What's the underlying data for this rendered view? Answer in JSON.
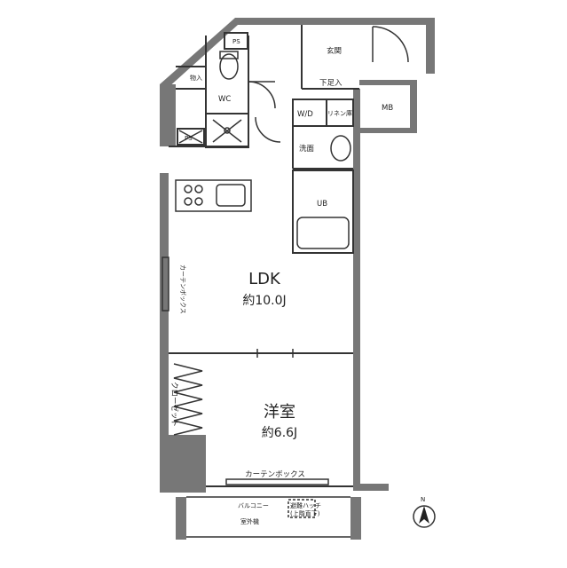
{
  "rooms": {
    "ldk": {
      "name": "LDK",
      "size": "約10.0J"
    },
    "western": {
      "name": "洋室",
      "size": "約6.6J"
    }
  },
  "labels": {
    "ps": "PS",
    "storage": "物入",
    "wc": "WC",
    "entrance": "玄関",
    "shoe_storage": "下足入",
    "mb": "MB",
    "wd": "W/D",
    "linen": "リネン庫",
    "washroom": "洗面",
    "ps2": "PS",
    "ub": "UB",
    "curtain_box_left": "カーテンボックス",
    "closet": "クローゼット",
    "curtain_box_bottom": "カーテンボックス",
    "balcony": "バルコニー",
    "outdoor_unit": "室外機",
    "hatch": "避難ハッチ",
    "hatch_sub": "(上階直下)",
    "north": "N"
  },
  "colors": {
    "wall": "#777777",
    "line": "#333333",
    "bg": "#ffffff"
  }
}
